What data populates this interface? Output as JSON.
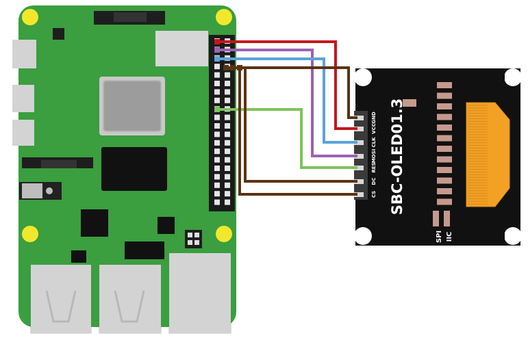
{
  "oled": {
    "model": "SBC-OLED01.3",
    "pins": [
      "GND",
      "VCC",
      "CLK",
      "MOSI",
      "RES",
      "DC",
      "CS"
    ],
    "mode_labels": [
      "SPI",
      "IIC"
    ]
  },
  "wires": [
    {
      "pin": "GND",
      "color": "#5a3312"
    },
    {
      "pin": "VCC",
      "color": "#c4161c"
    },
    {
      "pin": "CLK",
      "color": "#5ba3d9"
    },
    {
      "pin": "MOSI",
      "color": "#9b62b0"
    },
    {
      "pin": "RES",
      "color": "#7dc35b"
    },
    {
      "pin": "DC",
      "color": "#5a3312"
    },
    {
      "pin": "CS",
      "color": "#5a3312"
    }
  ],
  "colors": {
    "board": "#3b9e3f",
    "board_edge": "#2f7d32",
    "mount_hole": "#f1e82c",
    "oled_body": "#111111",
    "flex_cable": "#f2a125",
    "header": "#1b1b1b"
  }
}
